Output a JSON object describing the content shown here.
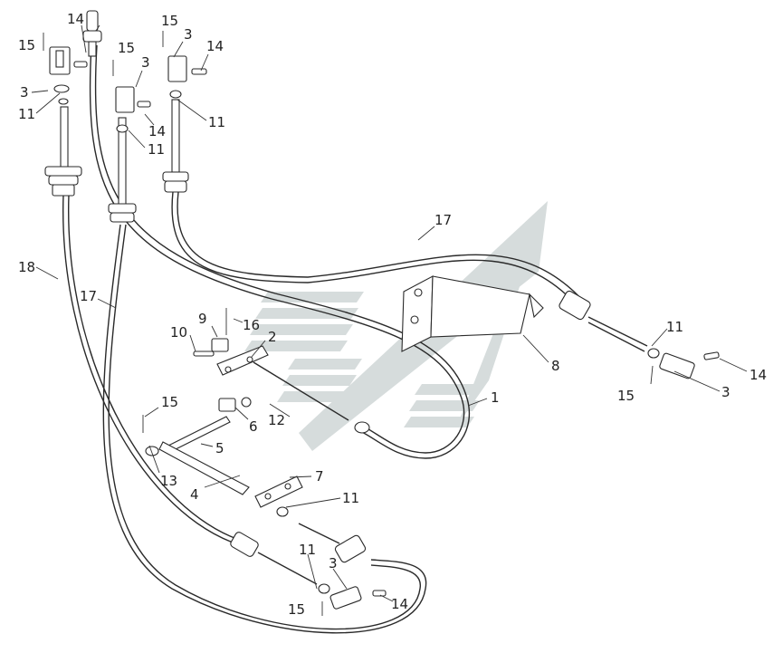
{
  "colors": {
    "line": "#2a2a2a",
    "watermark": "#d6dcdc",
    "background": "#ffffff"
  },
  "watermark": {
    "name": "brand-logo-watermark"
  },
  "callouts": [
    {
      "id": "c1",
      "label": "1"
    },
    {
      "id": "c2",
      "label": "2"
    },
    {
      "id": "c3a",
      "label": "3"
    },
    {
      "id": "c3b",
      "label": "3"
    },
    {
      "id": "c3c",
      "label": "3"
    },
    {
      "id": "c3d",
      "label": "3"
    },
    {
      "id": "c3e",
      "label": "3"
    },
    {
      "id": "c4",
      "label": "4"
    },
    {
      "id": "c5",
      "label": "5"
    },
    {
      "id": "c6",
      "label": "6"
    },
    {
      "id": "c7",
      "label": "7"
    },
    {
      "id": "c8",
      "label": "8"
    },
    {
      "id": "c9",
      "label": "9"
    },
    {
      "id": "c10",
      "label": "10"
    },
    {
      "id": "c11a",
      "label": "11"
    },
    {
      "id": "c11b",
      "label": "11"
    },
    {
      "id": "c11c",
      "label": "11"
    },
    {
      "id": "c11d",
      "label": "11"
    },
    {
      "id": "c11e",
      "label": "11"
    },
    {
      "id": "c11f",
      "label": "11"
    },
    {
      "id": "c12",
      "label": "12"
    },
    {
      "id": "c13",
      "label": "13"
    },
    {
      "id": "c14a",
      "label": "14"
    },
    {
      "id": "c14b",
      "label": "14"
    },
    {
      "id": "c14c",
      "label": "14"
    },
    {
      "id": "c14d",
      "label": "14"
    },
    {
      "id": "c14e",
      "label": "14"
    },
    {
      "id": "c15a",
      "label": "15"
    },
    {
      "id": "c15b",
      "label": "15"
    },
    {
      "id": "c15c",
      "label": "15"
    },
    {
      "id": "c15d",
      "label": "15"
    },
    {
      "id": "c15e",
      "label": "15"
    },
    {
      "id": "c15f",
      "label": "15"
    },
    {
      "id": "c16",
      "label": "16"
    },
    {
      "id": "c17a",
      "label": "17"
    },
    {
      "id": "c17b",
      "label": "17"
    },
    {
      "id": "c18",
      "label": "18"
    }
  ]
}
